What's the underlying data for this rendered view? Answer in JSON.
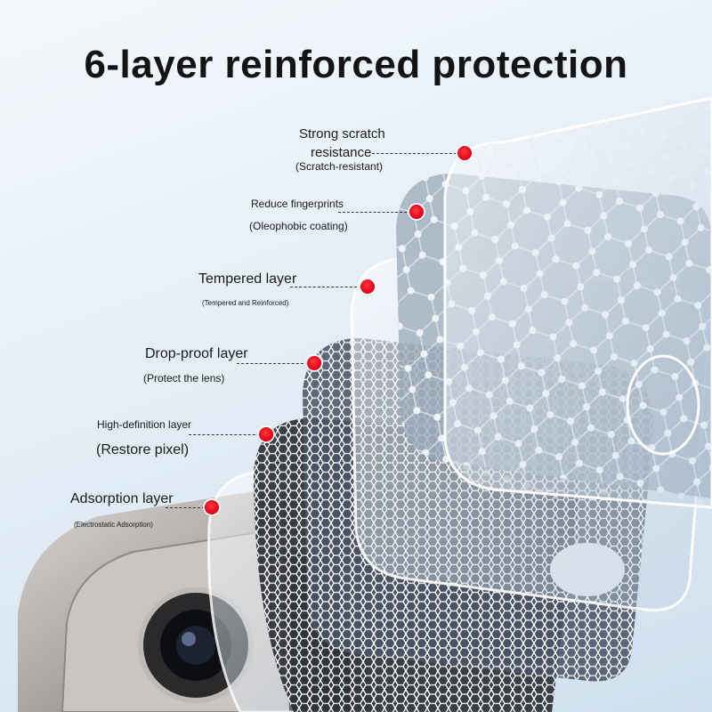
{
  "title": "6-layer reinforced protection",
  "layers": [
    {
      "main": "Strong scratch",
      "main2": "resistance",
      "sub": "(Scratch-resistant)"
    },
    {
      "main": "Reduce fingerprints",
      "sub": "(Oleophobic coating)"
    },
    {
      "main": "Tempered layer",
      "sub": "(Tempered and Reinforced)"
    },
    {
      "main": "Drop-proof layer",
      "sub": "(Protect the lens)"
    },
    {
      "main": "High-definition layer",
      "sub": "(Restore pixel)"
    },
    {
      "main": "Adsorption layer",
      "sub": "(Electrostatic Adsorption)"
    }
  ],
  "colors": {
    "marker": "#e4001b",
    "title": "#141414"
  }
}
